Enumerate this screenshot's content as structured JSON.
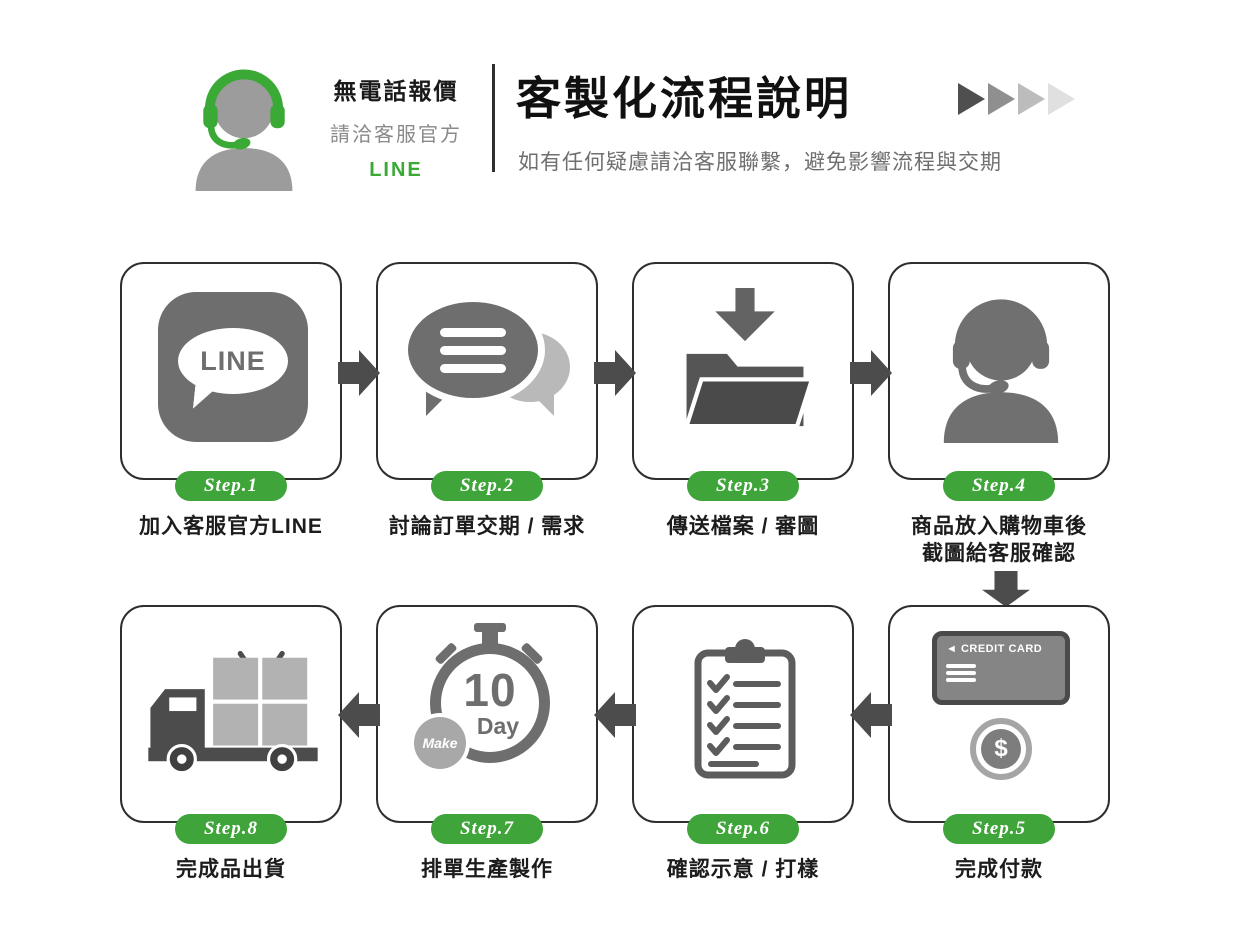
{
  "header": {
    "note_bold": "無電話報價",
    "note_sub": "請洽客服官方",
    "note_line": "LINE",
    "title": "客製化流程說明",
    "subtitle": "如有任何疑慮請洽客服聯繫，避免影響流程與交期"
  },
  "colors": {
    "brand_green": "#3aa935",
    "badge_green": "#3fa53a",
    "icon_gray": "#6e6e6e",
    "dark_gray": "#4c4c4c",
    "light_gray": "#b9b9b9"
  },
  "steps": [
    {
      "badge": "Step.1",
      "label": "加入客服官方LINE",
      "icon": "line-app-icon",
      "icon_text": "LINE"
    },
    {
      "badge": "Step.2",
      "label": "討論訂單交期 / 需求",
      "icon": "chat-bubbles-icon"
    },
    {
      "badge": "Step.3",
      "label": "傳送檔案 / 審圖",
      "icon": "folder-upload-icon"
    },
    {
      "badge": "Step.4",
      "label": "商品放入購物車後",
      "label2": "截圖給客服確認",
      "icon": "headset-person-icon"
    },
    {
      "badge": "Step.5",
      "label": "完成付款",
      "icon": "credit-card-coin-icon",
      "card_text": "◄ CREDIT CARD",
      "coin_symbol": "$"
    },
    {
      "badge": "Step.6",
      "label": "確認示意 / 打樣",
      "icon": "checklist-clipboard-icon"
    },
    {
      "badge": "Step.7",
      "label": "排單生產製作",
      "icon": "stopwatch-icon",
      "timer_value": "10",
      "timer_unit": "Day",
      "timer_tag": "Make"
    },
    {
      "badge": "Step.8",
      "label": "完成品出貨",
      "icon": "delivery-truck-icon"
    }
  ]
}
